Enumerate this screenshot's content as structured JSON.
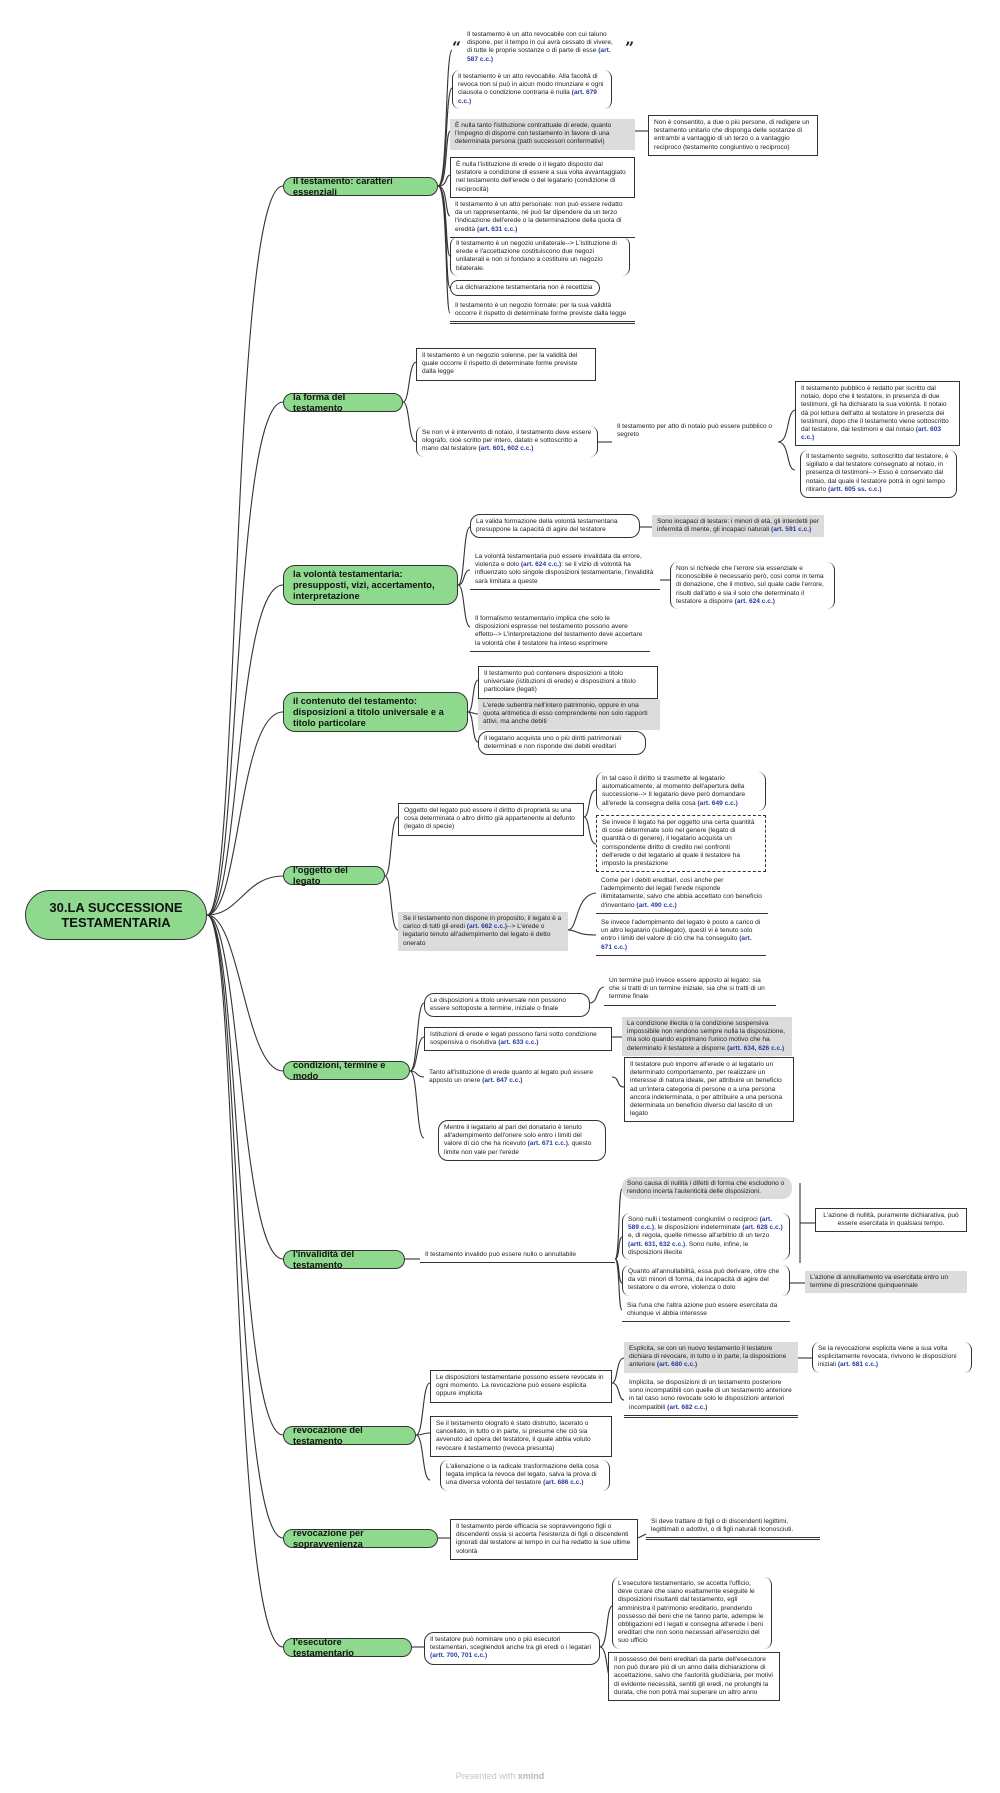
{
  "root": "30.LA SUCCESSIONE TESTAMENTARIA",
  "topics": {
    "t1": "il testamento: caratteri essenziali",
    "t2": "la forma del testamento",
    "t3": "la volontà testamentaria: presupposti, vizi, accertamento, interpretazione",
    "t4": "il contenuto del testamento: disposizioni a titolo universale e a titolo particolare",
    "t5": "l'oggetto del legato",
    "t6": "condizioni, termine e modo",
    "t7": "l'invalidità del testamento",
    "t8": "revocazione del testamento",
    "t9": "revocazione per sopravvenienza",
    "t10": "l'esecutore testamentario"
  },
  "n": {
    "a1": "Il testamento è un atto revocabile con cui taluno dispone, per il tempo in cui avrà cessato di vivere, di tutte le proprie sostanze o di parte di esse",
    "a1r": "(art. 587 c.c.)",
    "a2": "Il testamento è un atto revocabile. Alla facoltà di revoca non si può in alcun modo rinunziare e ogni clausola o condizione contraria è nulla",
    "a2r": "(art. 679 c.c.)",
    "a3": "È nulla tanto l'istituzione contrattuale di erede, quanto l'impegno di disporre con testamento in favore di una determinata persona (patti successori confermativi)",
    "a3b": "Non è consentito, a due o più persone, di redigere un testamento unitario che disponga delle sostanze di entrambi a vantaggio di un terzo o a vantaggio reciproco (testamento congiuntivo o reciproco)",
    "a4": "È nulla l'istituzione di erede o il legato disposto dal testatore a condizione di essere a sua volta avvantaggiato nel testamento dell'erede o del legatario (condizione di reciprocità)",
    "a5": "Il testamento è un atto personale: non può essere redatto da un rappresentante, né può far dipendere da un terzo l'indicazione dell'erede o la determinazione della quota di eredità",
    "a5r": "(art. 631 c.c.)",
    "a6": "Il testamento è un negozio unilaterale--> L'istituzione di erede e l'accettazione costituiscono due negozi unilaterali e non si fondano a costituire un negozio bilaterale.",
    "a7": "La dichiarazione testamentaria non è recettizia",
    "a8": "Il testamento è un negozio formale: per la sua validità occorre il rispetto di determinate forme previste dalla legge",
    "b1": "Il testamento è un negozio solenne, per la validità del quale occorre il rispetto di determinate forme previste dalla legge",
    "b2": "Se non vi è intervento di notaio, il testamento deve essere olografo, cioè scritto per intero, datato e sottoscritto a mano dal testatore",
    "b2r": "(art. 601, 602 c.c.)",
    "b3": "Il testamento per atto di notaio può essere pubblico o segreto",
    "b4": "Il testamento pubblico è redatto per iscritto dal notaio, dopo che il testatore, in presenza di due testimoni, gli ha dichiarato la sua volontà. Il notaio dà poi lettura dell'atto al testatore in presenza dei testimoni, dopo che il testamento viene sottoscritto dal testatore, dai testimoni e dal notaio",
    "b4r": "(art. 603 c.c.)",
    "b5": "Il testamento segreto, sottoscritto dal testatore, è sigillato e dal testatore consegnato al notaio, in presenza di testimoni--> Esso è conservato dal notaio, dal quale il testatore potrà in ogni tempo ritirarlo",
    "b5r": "(artt. 605 ss. c.c.)",
    "c1": "La valida formazione della volontà testamentaria presuppone la capacità di agire del testatore",
    "c1b": "Sono incapaci di testare: i minori di età, gli interdetti per infermità di mente, gli incapaci naturali",
    "c1br": "(art. 591 c.c.)",
    "c2": "La volontà testamentaria può essere invalidata da errore, violenza e dolo",
    "c2r": "(art. 624 c.c.)",
    "c2c": ": se il vizio di volontà ha influenzato solo singole disposizioni testamentarie, l'invalidità sarà limitata a queste",
    "c2b": "Non si richiede che l'errore sia essenziale e riconoscibile è necessario però, così come in tema di donazione, che il motivo, sul quale cade l'errore, risulti dall'atto e sia il solo che determinato il testatore a disporre",
    "c2br": "(art. 624 c.c.)",
    "c3": "Il formalismo testamentario implica che solo le disposizioni espresse nel testamento possono avere effetto--> L'interpretazione del testamento deve accertare la volontà che il testatore ha inteso esprimere",
    "d1": "Il testamento può contenere disposizioni a titolo universale (istituzioni di erede) e disposizioni a titolo particolare (legati)",
    "d2": "L'erede subentra nell'intero patrimonio, oppure in una quota aritmetica di esso comprendente non solo rapporti attivi, ma anche debiti",
    "d3": "Il legatario acquista uno o più diritti patrimoniali determinati e non risponde dei debiti ereditari",
    "e1": "Oggetto del legato può essere il diritto di proprietà su una cosa determinata o altro diritto già appartenente al defunto (legato di specie)",
    "e1b": "In tal caso il diritto si trasmette al legatario automaticamente, al momento dell'apertura della successione--> Il legatario deve però domandare all'erede la consegna della cosa",
    "e1br": "(art. 649 c.c.)",
    "e1c": "Se invece il legato ha per oggetto una certa quantità di cose determinate solo nel genere (legato di quantità o di genere), il legatario acquista un corrispondente diritto di credito nei confronti dell'erede o del legatario al quale il testatore ha imposto la prestazione",
    "e2": "Se il testamento non dispone in proposito, il legato è a carico di tutti gli eredi",
    "e2r": "(art. 662 c.c.)",
    "e2c": "--> L'erede o legatario tenuto all'adempimento del legato è detto onerato",
    "e2b": "Come per i debiti ereditari, così anche per l'adempimento dei legati l'erede risponde illimitatamente, salvo che abbia accettato con beneficio d'inventario",
    "e2br": "(art. 490 c.c.)",
    "e2d": "Se invece l'adempimento del legato è posto a carico di un altro legatario (sublegato), questi vi è tenuto solo entro i limiti del valore di ciò che ha conseguito",
    "e2dr": "(art. 671 c.c.)",
    "f1": "Le disposizioni a titolo universale non possono essere sottoposte a termine, iniziale o finale",
    "f1b": "Un termine può invece essere apposto al legato: sia che si tratti di un termine iniziale, sia che si tratti di un termine finale",
    "f2": "Istituzioni di erede e legati possono farsi sotto condizione sospensiva o risolutiva",
    "f2r": "(art. 633 c.c.)",
    "f2b": "La condizione illecita o la condizione sospensiva impossibile non rendono sempre nulla la disposizione, ma solo quando esprimano l'unico motivo che ha determinato il testatore a disporre",
    "f2br": "(artt. 634, 626 c.c.)",
    "f3": "Tanto all'istituzione di erede quanto al legato può essere apposto un onere",
    "f3r": "(art. 647 c.c.)",
    "f3b": "Il testatore può imporre all'erede o al legatario un determinato comportamento, per realizzare un interesse di natura ideale, per attribuire un beneficio ad un'intera categoria di persone o a una persona ancora indeterminata, o per attribuire a una persona determinata un beneficio diverso dal lascito di un legato",
    "f4": "Mentre il legatario al pari del donatario è tenuto all'adempimento dell'onere solo entro i limiti del valore di ciò che ha ricevuto",
    "f4r": "(art. 671 c.c.)",
    "f4c": ", questo limite non vale per l'erede",
    "g1": "Il testamento invalido può essere nullo o annullabile",
    "g2": "Sono causa di nullità i difetti di forma che escludono o rendono incerta l'autenticità delle disposizioni.",
    "g3": "Sono nulli i testamenti congiuntivi o reciproci",
    "g3r": "(art. 589 c.c.)",
    "g3c": ", le disposizioni indeterminate",
    "g3r2": "(art. 628 c.c.)",
    "g3d": "e, di regola, quelle rimesse all'arbitrio di un terzo",
    "g3r3": "(artt. 631, 632 c.c.)",
    "g3e": ". Sono nulle, infine, le disposizioni illecite",
    "g23b": "L'azione di nullità, puramente dichiarativa, può essere esercitata in qualsiasi tempo.",
    "g4": "Quanto all'annullabilità, essa può derivare, oltre che da vizi minori di forma, da incapacità di agire del testatore o da errore, violenza o dolo",
    "g4b": "L'azione di annullamento va esercitata entro un termine di prescrizione quinquennale",
    "g5": "Sia l'una che l'altra azione può essere esercitata da chiunque vi abbia interesse",
    "h1": "Le disposizioni testamentarie possono essere revocate in ogni momento. La revocazione può essere esplicita oppure implicita",
    "h1a": "Esplicita, se con un nuovo testamento il testatore dichiara di revocare, in tutto o in parte, la disposizione anteriore",
    "h1ar": "(art. 680 c.c.)",
    "h1ab": "Se la revocazione esplicita viene a sua volta esplicitamente revocata, rivivono le disposizioni iniziali",
    "h1abr": "(art. 681 c.c.)",
    "h1b": "Implicita, se disposizioni di un testamento posteriore sono incompatibili con quelle di un testamento anteriore in tal caso sono revocate solo le disposizioni anteriori incompatibili",
    "h1br": "(art. 682 c.c.)",
    "h2": "Se il testamento olografo è stato distrutto, lacerato o cancellato, in tutto o in parte, si presume che ciò sia avvenuto ad opera del testatore, il quale abbia voluto revocare il testamento (revoca presunta)",
    "h3": "L'alienazione o la radicale trasformazione della cosa legata implica la revoca del legato, salva la prova di una diversa volontà del testatore",
    "h3r": "(art. 686 c.c.)",
    "i1": "Il testamento perde efficacia se sopravvengono figli o discendenti ossia si accerta l'esistenza di figli o discendenti ignorati dal testatore al tempo in cui ha redatto la sue ultime volontà",
    "i1b": "Si deve trattare di figli o di discendenti legittimi, legittimati o adottivi, o di figli naturali riconosciuti.",
    "j1": "Il testatore può nominare uno o più esecutori testamentari, scegliendoli anche tra gli eredi o i legatari",
    "j1r": "(artt. 700, 701 c.c.)",
    "j2": "L'esecutore testamentario, se accetta l'ufficio, deve curare che siano esattamente eseguite le disposizioni risultanti dal testamento, egli amministra il patrimonio ereditario, prendendo possesso dei beni che ne fanno parte, adempie le obbligazioni ed i legati e consegna all'erede i beni ereditari che non sono necessari all'esercizio del suo ufficio",
    "j3": "Il possesso dei beni ereditari da parte dell'esecutore non può durare più di un anno dalla dichiarazione di accettazione, salvo che l'autorità giudiziaria, per motivi di evidente necessità, sentiti gli eredi, ne prolunghi la durata, che non potrà mai superare un altro anno"
  },
  "footer": {
    "prefix": "Presented with",
    "brand": "xmind"
  }
}
